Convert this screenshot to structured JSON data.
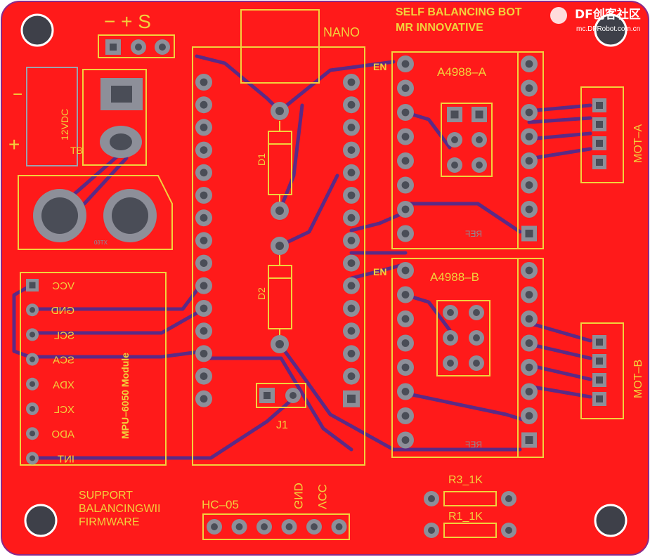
{
  "board": {
    "title_line1": "SELF BALANCING BOT",
    "title_line2": "MR INNOVATIVE",
    "footer_line1": "SUPPORT",
    "footer_line2": "BALANCINGWII",
    "footer_line3": "FIRMWARE"
  },
  "watermark": {
    "brand": "DF创客社区",
    "url": "mc.DFRobot.com.cn"
  },
  "labels": {
    "nano": "NANO",
    "power_header_signs": "− + S",
    "vdc": "12VDC",
    "minus": "−",
    "plus": "+",
    "tb": "TB",
    "xt60": "XT60",
    "d1": "D1",
    "d2": "D2",
    "j1": "J1",
    "driver_a": "A4988–A",
    "driver_b": "A4988–B",
    "en_a": "EN",
    "en_b": "EN",
    "ref_a": "REF",
    "ref_b": "REF",
    "mot_a": "MOT–A",
    "mot_b": "MOT–B",
    "mpu_module": "MPU–6050 Module",
    "hc05": "HC–05",
    "gnd": "GND",
    "vcc": "VCC",
    "r3": "R3_1K",
    "r1": "R1_1K"
  },
  "mpu_pins": [
    "VCC",
    "GND",
    "SCL",
    "SCA",
    "XDA",
    "XCL",
    "ADO",
    "INT"
  ],
  "colors": {
    "board": "#ff1a1a",
    "silkscreen": "#f2d23c",
    "trace": "#5b2a86",
    "pad": "#8d8f99",
    "outline": "#7a2a7a"
  }
}
